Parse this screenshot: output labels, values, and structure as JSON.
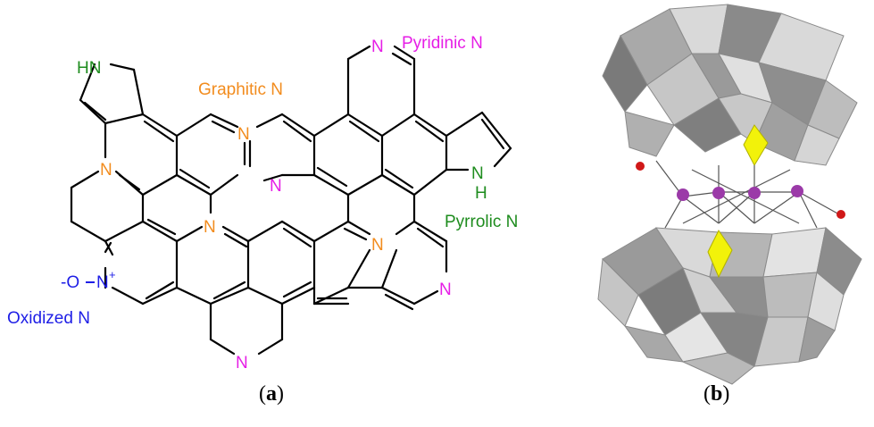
{
  "panel_a": {
    "labels": {
      "pyridinic": "Pyridinic N",
      "graphitic": "Graphitic N",
      "pyrrolic": "Pyrrolic N",
      "oxidized": "Oxidized N"
    },
    "atoms": {
      "hn": "HN",
      "n": "N",
      "nh_n": "N",
      "nh_h": "H",
      "o_minus": "-O",
      "n_plus": "N",
      "plus": "+"
    },
    "caption": {
      "open": "(",
      "letter": "a",
      "close": ")"
    }
  },
  "panel_b": {
    "caption": {
      "open": "(",
      "letter": "b",
      "close": ")"
    }
  },
  "colors": {
    "graphitic": "#f28c1e",
    "pyridinic": "#e61ee6",
    "pyrrolic": "#1e8c1e",
    "oxidized": "#1e1ee6",
    "bond": "#000000",
    "poly_dark": "#7a7a7a",
    "poly_mid": "#a9a9a9",
    "poly_light": "#d9d9d9",
    "heteroatom": "#f2f20a",
    "metal": "#9b3aa8",
    "oxygen": "#d01818"
  }
}
